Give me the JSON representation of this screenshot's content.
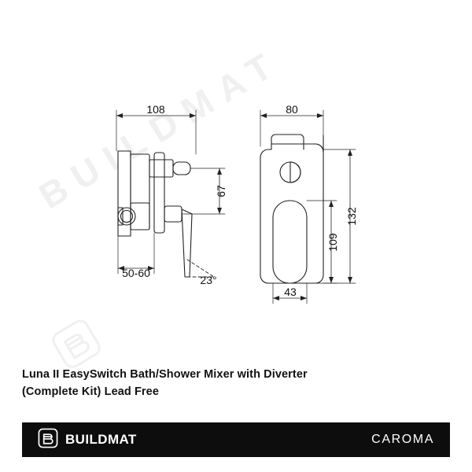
{
  "watermark": {
    "text": "BUILDMAT",
    "logo_icon": "buildmat-monogram-icon"
  },
  "diagram": {
    "type": "technical-dimension-drawing",
    "product_views": [
      "front-section-left",
      "front-elevation-right"
    ],
    "dimensions": {
      "overall_width": "108",
      "handle_height": "67",
      "wall_depth_range": "50-60",
      "handle_angle": "23°",
      "plate_width": "80",
      "plate_height": "132",
      "lever_height": "109",
      "lever_width": "43"
    }
  },
  "caption": {
    "line1": "Luna II EasySwitch Bath/Shower Mixer with Diverter",
    "line2": "(Complete Kit) Lead Free"
  },
  "footer": {
    "logo_icon": "buildmat-monogram-icon",
    "brand_name": "BUILDMAT",
    "partner_brand": "CAROMA"
  }
}
